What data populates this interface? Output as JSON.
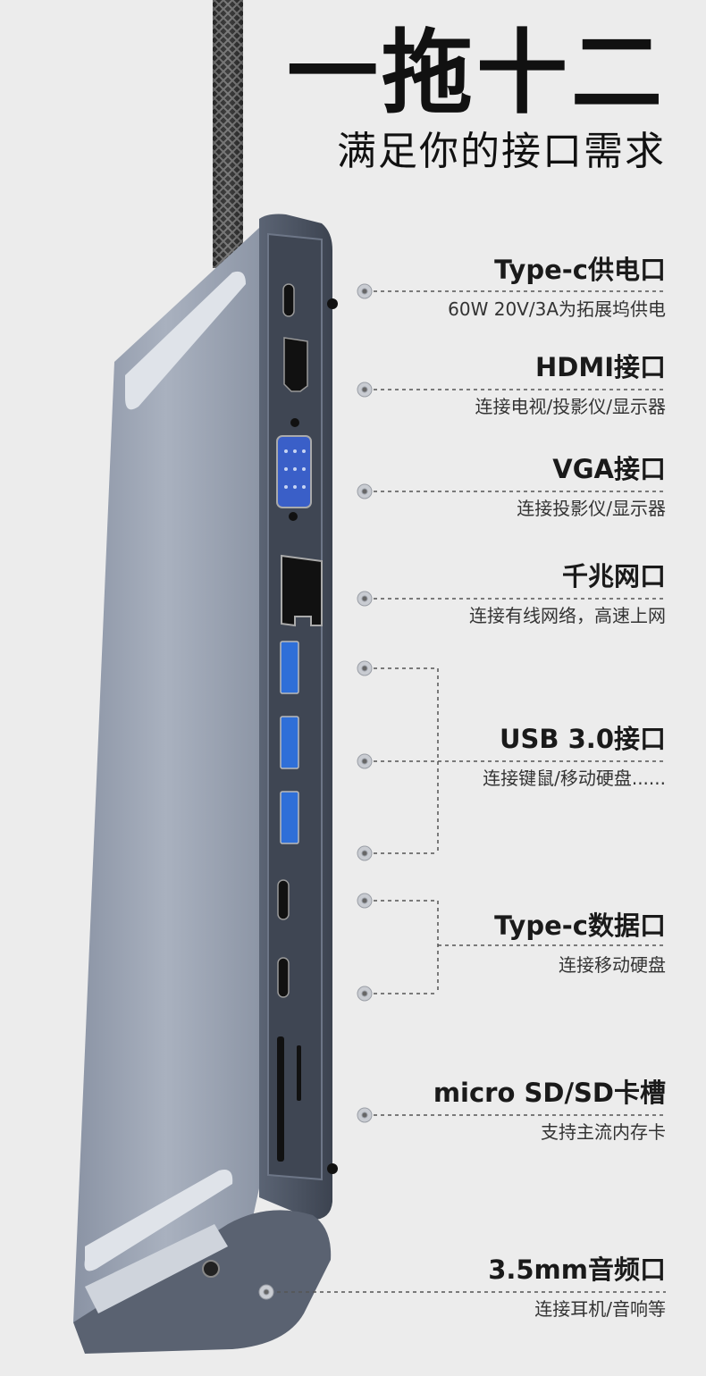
{
  "header": {
    "title": "一拖十二",
    "subtitle": "满足你的接口需求"
  },
  "ports": [
    {
      "title": "Type-c供电口",
      "desc": "60W 20V/3A为拓展坞供电"
    },
    {
      "title": "HDMI接口",
      "desc": "连接电视/投影仪/显示器"
    },
    {
      "title": "VGA接口",
      "desc": "连接投影仪/显示器"
    },
    {
      "title": "千兆网口",
      "desc": "连接有线网络，高速上网"
    },
    {
      "title": "USB 3.0接口",
      "desc": "连接键鼠/移动硬盘......"
    },
    {
      "title": "Type-c数据口",
      "desc": "连接移动硬盘"
    },
    {
      "title": "micro SD/SD卡槽",
      "desc": "支持主流内存卡"
    },
    {
      "title": "3.5mm音频口",
      "desc": "连接耳机/音响等"
    }
  ],
  "colors": {
    "background": "#ececec",
    "text": "#111111",
    "hub_body": "#9aa3b3",
    "usb_blue": "#2f6fd8",
    "vga_blue": "#3a5fc8"
  },
  "icons": {
    "cable": "braided-cable-icon",
    "hub": "usb-c-hub-icon",
    "marker": "dot-marker-icon"
  }
}
